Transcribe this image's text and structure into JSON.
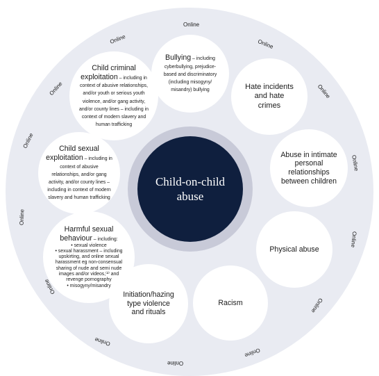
{
  "center": {
    "line1": "Child-on-child",
    "line2": "abuse"
  },
  "ring_label": "Online",
  "bubbles": {
    "bullying": {
      "title": "Bullying",
      "detail": " – including cyberbullying, prejudice-based and discriminatory (including misogyny/ misandry) bullying"
    },
    "hate": {
      "title": "Hate incidents and hate crimes"
    },
    "intimate": {
      "title": "Abuse in intimate personal relationships between children"
    },
    "physical": {
      "title": "Physical abuse"
    },
    "racism": {
      "title": "Racism"
    },
    "hazing": {
      "title": "Initiation/hazing type violence and rituals"
    },
    "harmful": {
      "title": "Harmful sexual behaviour",
      "detail": " – including:",
      "items": [
        "• sexual violence",
        "• sexual harassment – including upskirting, and online sexual harassment eg non-consensual sharing of nude and semi nude images and/or videos,⁽²⁾ and revenge pornography",
        "• misogyny/misandry"
      ]
    },
    "cse": {
      "title": "Child sexual exploitation",
      "detail": " – including in context of abusive relationships, and/or gang activity, and/or county lines – including in context of modern slavery and human trafficking"
    },
    "cce": {
      "title": "Child criminal exploitation",
      "detail": " – including in context of abusive relationships, and/or youth or serious youth violence, and/or gang activity, and/or county lines – including in context of modern slavery and human trafficking"
    }
  },
  "colors": {
    "ring": "#e9ebf2",
    "band": "#c8cad8",
    "core": "#0f1f3e",
    "bubble": "#ffffff"
  }
}
